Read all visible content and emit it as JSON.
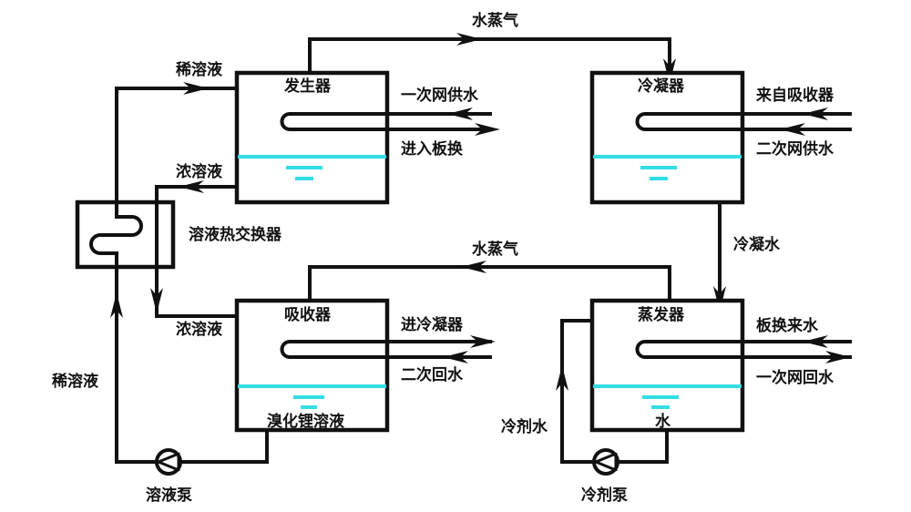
{
  "colors": {
    "line": "#111111",
    "liquid": "#33dde6"
  },
  "components": {
    "generator": "发生器",
    "condenser": "冷凝器",
    "absorber": "吸收器",
    "evaporator": "蒸发器",
    "heat_exchanger": "溶液热交换器",
    "solution_pump": "溶液泵",
    "refrigerant_pump": "冷剂泵"
  },
  "labels": {
    "steam_top": "水蒸气",
    "steam_mid": "水蒸气",
    "dilute_top": "稀溶液",
    "dilute_left": "稀溶液",
    "concentrated_top": "浓溶液",
    "concentrated_bottom": "浓溶液",
    "primary_supply": "一次网供水",
    "to_plate_hx": "进入板换",
    "from_absorber": "来自吸收器",
    "secondary_supply": "二次网供水",
    "condensate": "冷凝水",
    "to_condenser": "进冷凝器",
    "secondary_return": "二次回水",
    "libr_solution": "溴化锂溶液",
    "from_plate_hx": "板换来水",
    "primary_return": "一次网回水",
    "water": "水",
    "refrigerant_water": "冷剂水"
  }
}
